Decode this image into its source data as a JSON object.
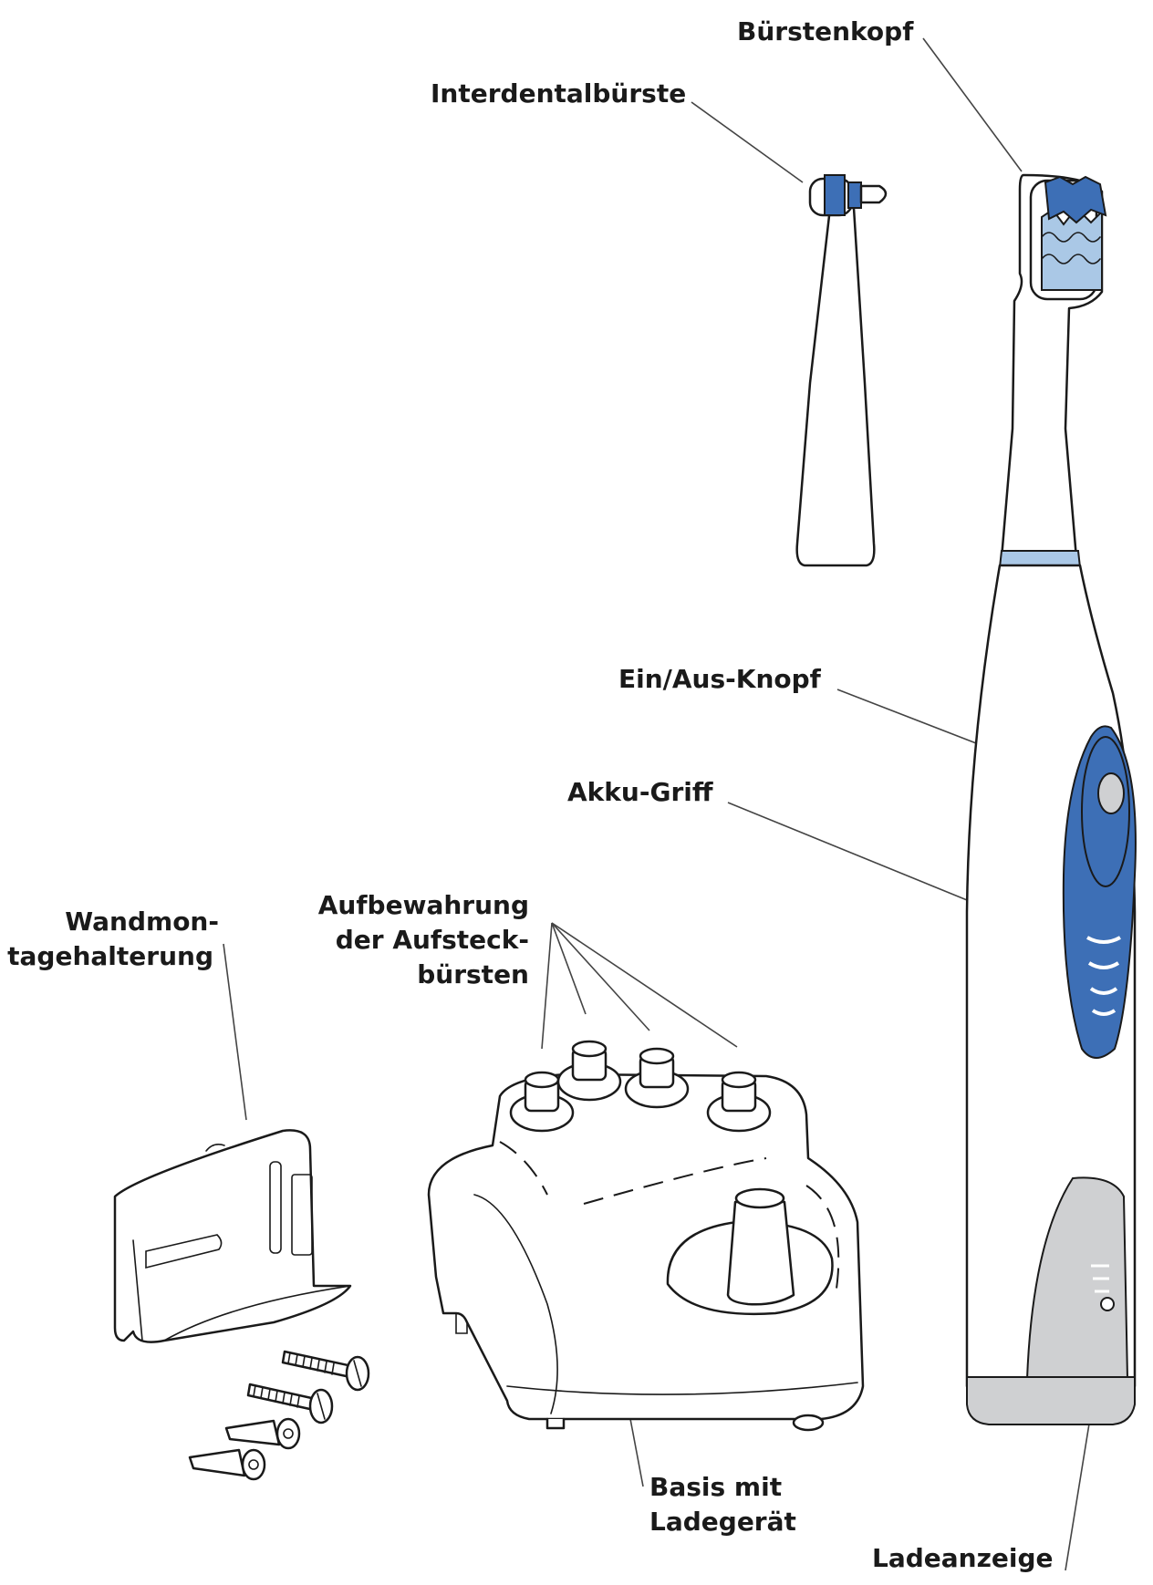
{
  "colors": {
    "accent_blue": "#3d6fb6",
    "light_blue": "#aac8e6",
    "gray_fill": "#cfd0d2",
    "outline": "#1a1a1a"
  },
  "labels": {
    "brush_head": "Bürstenkopf",
    "interdental": "Interdentalbürste",
    "power_button": "Ein/Aus-Knopf",
    "handle": "Akku-Griff",
    "wall_mount_1": "Wandmon-",
    "wall_mount_2": "tagehalterung",
    "storage_1": "Aufbewahrung",
    "storage_2": "der Aufsteck-",
    "storage_3": "bürsten",
    "base_1": "Basis mit",
    "base_2": "Ladegerät",
    "charge_indicator": "Ladeanzeige"
  }
}
